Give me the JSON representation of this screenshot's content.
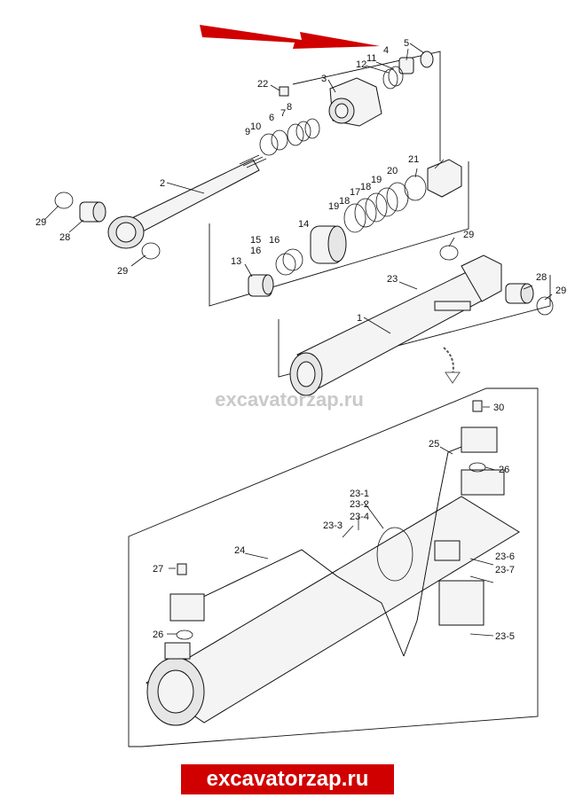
{
  "accent_color": "#d00000",
  "watermark": "excavatorzap.ru",
  "brand_banner": "excavatorzap.ru",
  "part_labels": [
    "1",
    "2",
    "3",
    "4",
    "5",
    "6",
    "7",
    "8",
    "9",
    "10",
    "11",
    "12",
    "13",
    "14",
    "15",
    "16",
    "16",
    "17",
    "18",
    "18",
    "19",
    "19",
    "20",
    "21",
    "22",
    "23",
    "24",
    "25",
    "26",
    "26",
    "27",
    "28",
    "28",
    "29",
    "29",
    "29",
    "29",
    "30",
    "23-1",
    "23-2",
    "23-3",
    "23-4",
    "23-5",
    "23-6",
    "23-7"
  ]
}
